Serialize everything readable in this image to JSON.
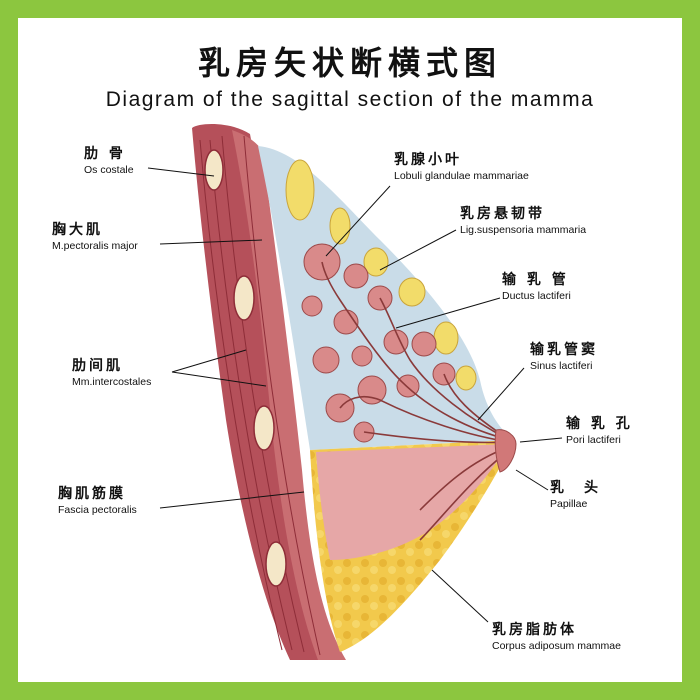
{
  "title": {
    "chinese": "乳房矢状断横式图",
    "english": "Diagram of the sagittal section of the mamma"
  },
  "labels": [
    {
      "id": "os-costale",
      "cn": "肋 骨",
      "en": "Os costale"
    },
    {
      "id": "pectoralis-major",
      "cn": "胸大肌",
      "en": "M.pectoralis major"
    },
    {
      "id": "intercostales",
      "cn": "肋间肌",
      "en": "Mm.intercostales"
    },
    {
      "id": "fascia-pectoralis",
      "cn": "胸肌筋膜",
      "en": "Fascia pectoralis"
    },
    {
      "id": "lobuli",
      "cn": "乳腺小叶",
      "en": "Lobuli glandulae mammariae"
    },
    {
      "id": "lig-suspensoria",
      "cn": "乳房悬韧带",
      "en": "Lig.suspensoria mammaria"
    },
    {
      "id": "ductus",
      "cn": "输 乳 管",
      "en": "Ductus lactiferi"
    },
    {
      "id": "sinus",
      "cn": "输乳管窦",
      "en": "Sinus lactiferi"
    },
    {
      "id": "pori",
      "cn": "输 乳 孔",
      "en": "Pori lactiferi"
    },
    {
      "id": "papillae",
      "cn": "乳　头",
      "en": "Papillae"
    },
    {
      "id": "corpus-adiposum",
      "cn": "乳房脂肪体",
      "en": "Corpus adiposum mammae"
    }
  ],
  "colors": {
    "frame": "#8cc63f",
    "muscle": "#b5505a",
    "gland": "#c9dce8",
    "fat": "#f2c94c",
    "lobule": "#d98a8a",
    "areola": "#e6a7a7"
  }
}
